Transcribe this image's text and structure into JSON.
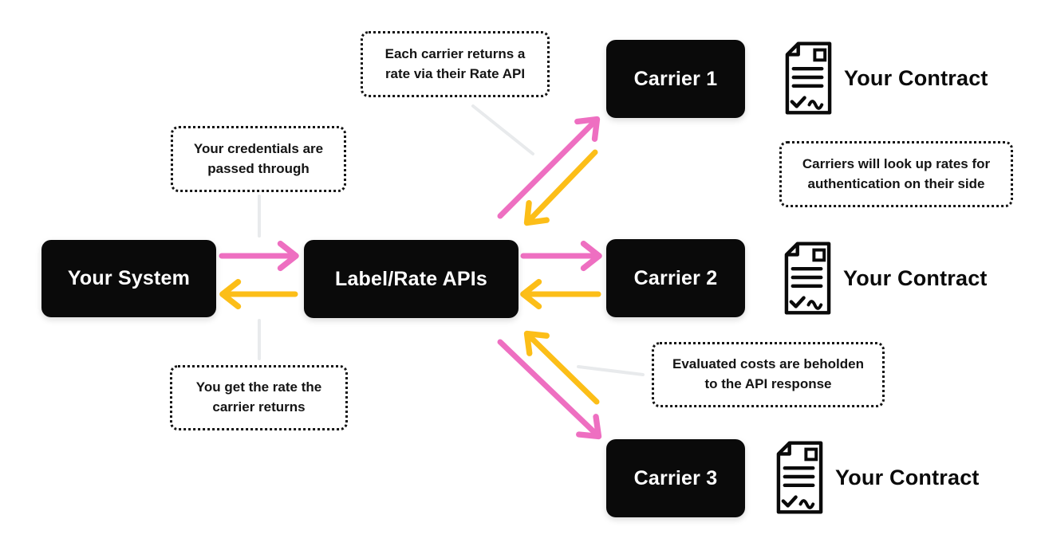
{
  "colors": {
    "canvas-bg": "#ffffff",
    "box-bg": "#0a0a0a",
    "box-text": "#ffffff",
    "arrow-pink": "#ee6fc1",
    "arrow-yellow": "#fcbe18",
    "connector-gray": "#e8eaec",
    "callout-border": "#141414",
    "callout-text": "#141414",
    "contract-text": "#0a0a0a"
  },
  "nodes": [
    {
      "id": "your-system",
      "label": "Your System"
    },
    {
      "id": "label-rate-apis",
      "label": "Label/Rate APIs"
    },
    {
      "id": "carrier-1",
      "label": "Carrier 1"
    },
    {
      "id": "carrier-2",
      "label": "Carrier 2"
    },
    {
      "id": "carrier-3",
      "label": "Carrier 3"
    }
  ],
  "callouts": [
    {
      "id": "rate-api-note",
      "text": "Each carrier returns a\nrate via their Rate API"
    },
    {
      "id": "credentials-note",
      "text": "Your credentials are\npassed through"
    },
    {
      "id": "rate-returned-note",
      "text": "You get the rate the\ncarrier returns"
    },
    {
      "id": "carrier-auth-note",
      "text": "Carriers will look up rates for\nauthentication on their side"
    },
    {
      "id": "evaluated-costs-note",
      "text": "Evaluated costs are beholden\nto the API response"
    }
  ],
  "contracts": [
    {
      "id": "contract-1",
      "label": "Your Contract"
    },
    {
      "id": "contract-2",
      "label": "Your Contract"
    },
    {
      "id": "contract-3",
      "label": "Your Contract"
    }
  ]
}
